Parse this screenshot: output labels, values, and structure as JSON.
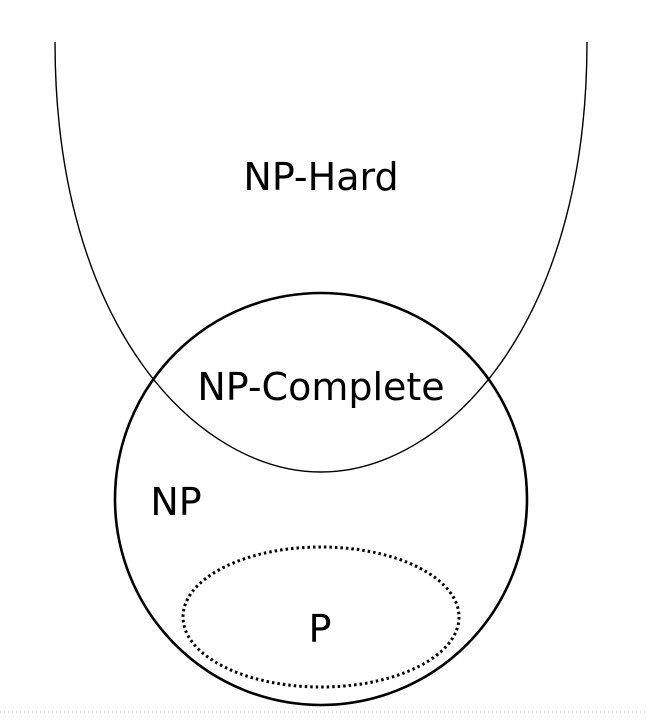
{
  "diagram": {
    "labels": {
      "np_hard": "NP-Hard",
      "np_complete": "NP-Complete",
      "np": "NP",
      "p": "P"
    }
  },
  "colors": {
    "background": "#ffffff",
    "stroke": "#000000",
    "border_dots": "#bbbbbb"
  }
}
